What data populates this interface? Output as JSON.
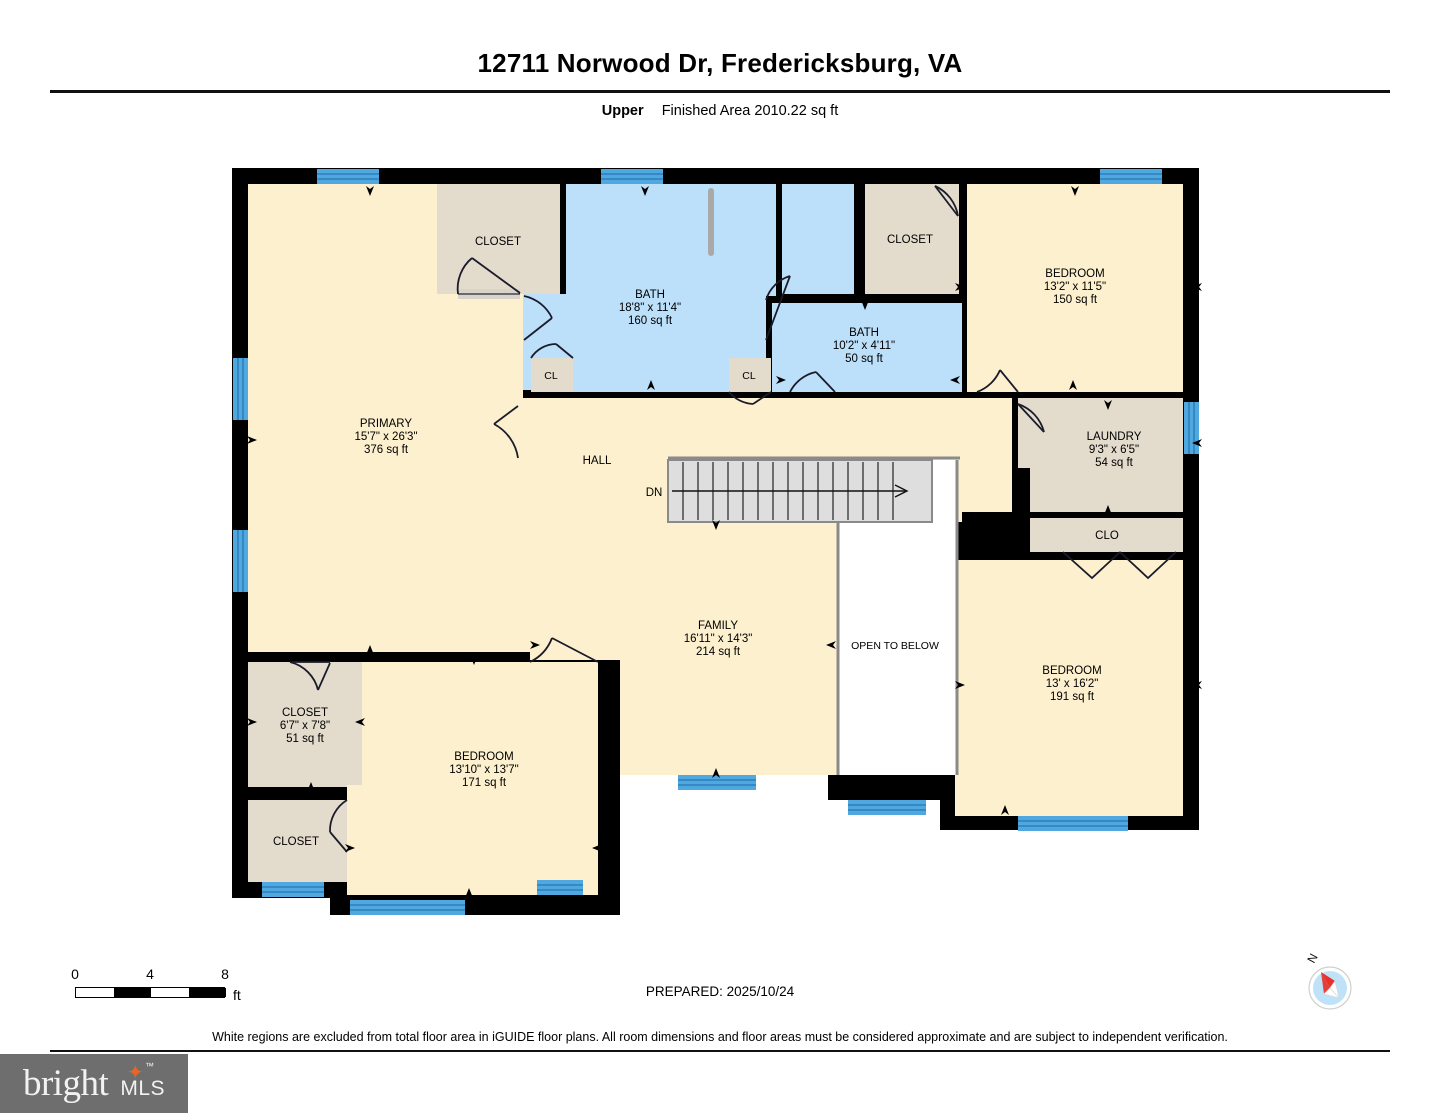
{
  "header": {
    "title": "12711 Norwood Dr, Fredericksburg, VA",
    "level_label": "Upper",
    "area_label": "Finished Area 2010.22 sq ft"
  },
  "floorplan": {
    "rooms": [
      {
        "name": "PRIMARY",
        "dims": "15'7\" x 26'3\"",
        "area": "376 sq ft",
        "fill": "#FDF0CE"
      },
      {
        "name": "CLOSET",
        "dims": "",
        "area": "",
        "fill": "#E3DCCD"
      },
      {
        "name": "BATH",
        "dims": "18'8\" x 11'4\"",
        "area": "160 sq ft",
        "fill": "#BCDFFA"
      },
      {
        "name": "BATH",
        "dims": "10'2\" x 4'11\"",
        "area": "50 sq ft",
        "fill": "#BCDFFA"
      },
      {
        "name": "CLOSET",
        "dims": "",
        "area": "",
        "fill": "#E3DCCD"
      },
      {
        "name": "BEDROOM",
        "dims": "13'2\" x 11'5\"",
        "area": "150 sq ft",
        "fill": "#FDF0CE"
      },
      {
        "name": "LAUNDRY",
        "dims": "9'3\" x 6'5\"",
        "area": "54 sq ft",
        "fill": "#E3DCCD"
      },
      {
        "name": "CLO",
        "dims": "",
        "area": "",
        "fill": "#E3DCCD"
      },
      {
        "name": "BEDROOM",
        "dims": "13' x 16'2\"",
        "area": "191 sq ft",
        "fill": "#FDF0CE"
      },
      {
        "name": "FAMILY",
        "dims": "16'11\" x 14'3\"",
        "area": "214 sq ft",
        "fill": "#FDF0CE"
      },
      {
        "name": "HALL",
        "dims": "",
        "area": "",
        "fill": "#FDF0CE"
      },
      {
        "name": "CLOSET",
        "dims": "6'7\" x 7'8\"",
        "area": "51 sq ft",
        "fill": "#E3DCCD"
      },
      {
        "name": "CLOSET",
        "dims": "",
        "area": "",
        "fill": "#E3DCCD"
      },
      {
        "name": "BEDROOM",
        "dims": "13'10\" x 13'7\"",
        "area": "171 sq ft",
        "fill": "#FDF0CE"
      },
      {
        "name": "CL",
        "dims": "",
        "area": "",
        "fill": "#E3DCCD"
      },
      {
        "name": "CL",
        "dims": "",
        "area": "",
        "fill": "#E3DCCD"
      }
    ],
    "labels": {
      "primary_name": "PRIMARY",
      "primary_dims": "15'7\" x 26'3\"",
      "primary_area": "376 sq ft",
      "closet_top_left": "CLOSET",
      "bath_main_name": "BATH",
      "bath_main_dims": "18'8\" x 11'4\"",
      "bath_main_area": "160 sq ft",
      "bath_small_name": "BATH",
      "bath_small_dims": "10'2\" x 4'11\"",
      "bath_small_area": "50 sq ft",
      "closet_top_right": "CLOSET",
      "bedroom_ne_name": "BEDROOM",
      "bedroom_ne_dims": "13'2\" x 11'5\"",
      "bedroom_ne_area": "150 sq ft",
      "laundry_name": "LAUNDRY",
      "laundry_dims": "9'3\" x 6'5\"",
      "laundry_area": "54 sq ft",
      "clo": "CLO",
      "bedroom_se_name": "BEDROOM",
      "bedroom_se_dims": "13' x 16'2\"",
      "bedroom_se_area": "191 sq ft",
      "family_name": "FAMILY",
      "family_dims": "16'11\" x 14'3\"",
      "family_area": "214 sq ft",
      "hall": "HALL",
      "stairs_direction": "DN",
      "open_to_below": "OPEN TO BELOW",
      "closet_sw_name": "CLOSET",
      "closet_sw_dims": "6'7\" x 7'8\"",
      "closet_sw_area": "51 sq ft",
      "closet_sw2": "CLOSET",
      "bedroom_sw_name": "BEDROOM",
      "bedroom_sw_dims": "13'10\" x 13'7\"",
      "bedroom_sw_area": "171 sq ft",
      "cl_left": "CL",
      "cl_right": "CL"
    },
    "colors": {
      "wall": "#000000",
      "room_fill": "#FDF0CE",
      "bath_fill": "#BCDFFA",
      "closet_fill": "#E3DCCD",
      "window": "#4FA8E0",
      "stairs_fill": "#DEDEDE",
      "excluded": "#FFFFFF"
    }
  },
  "scale": {
    "ticks": [
      "0",
      "4",
      "8"
    ],
    "unit": "ft"
  },
  "prepared": "PREPARED: 2025/10/24",
  "compass": {
    "north_label": "N"
  },
  "disclaimer": "White regions are excluded from total floor area in iGUIDE floor plans. All room dimensions and floor areas must be considered approximate and are subject to independent verification.",
  "logo": {
    "brand": "bright",
    "suffix": "MLS",
    "trademark": "™"
  }
}
